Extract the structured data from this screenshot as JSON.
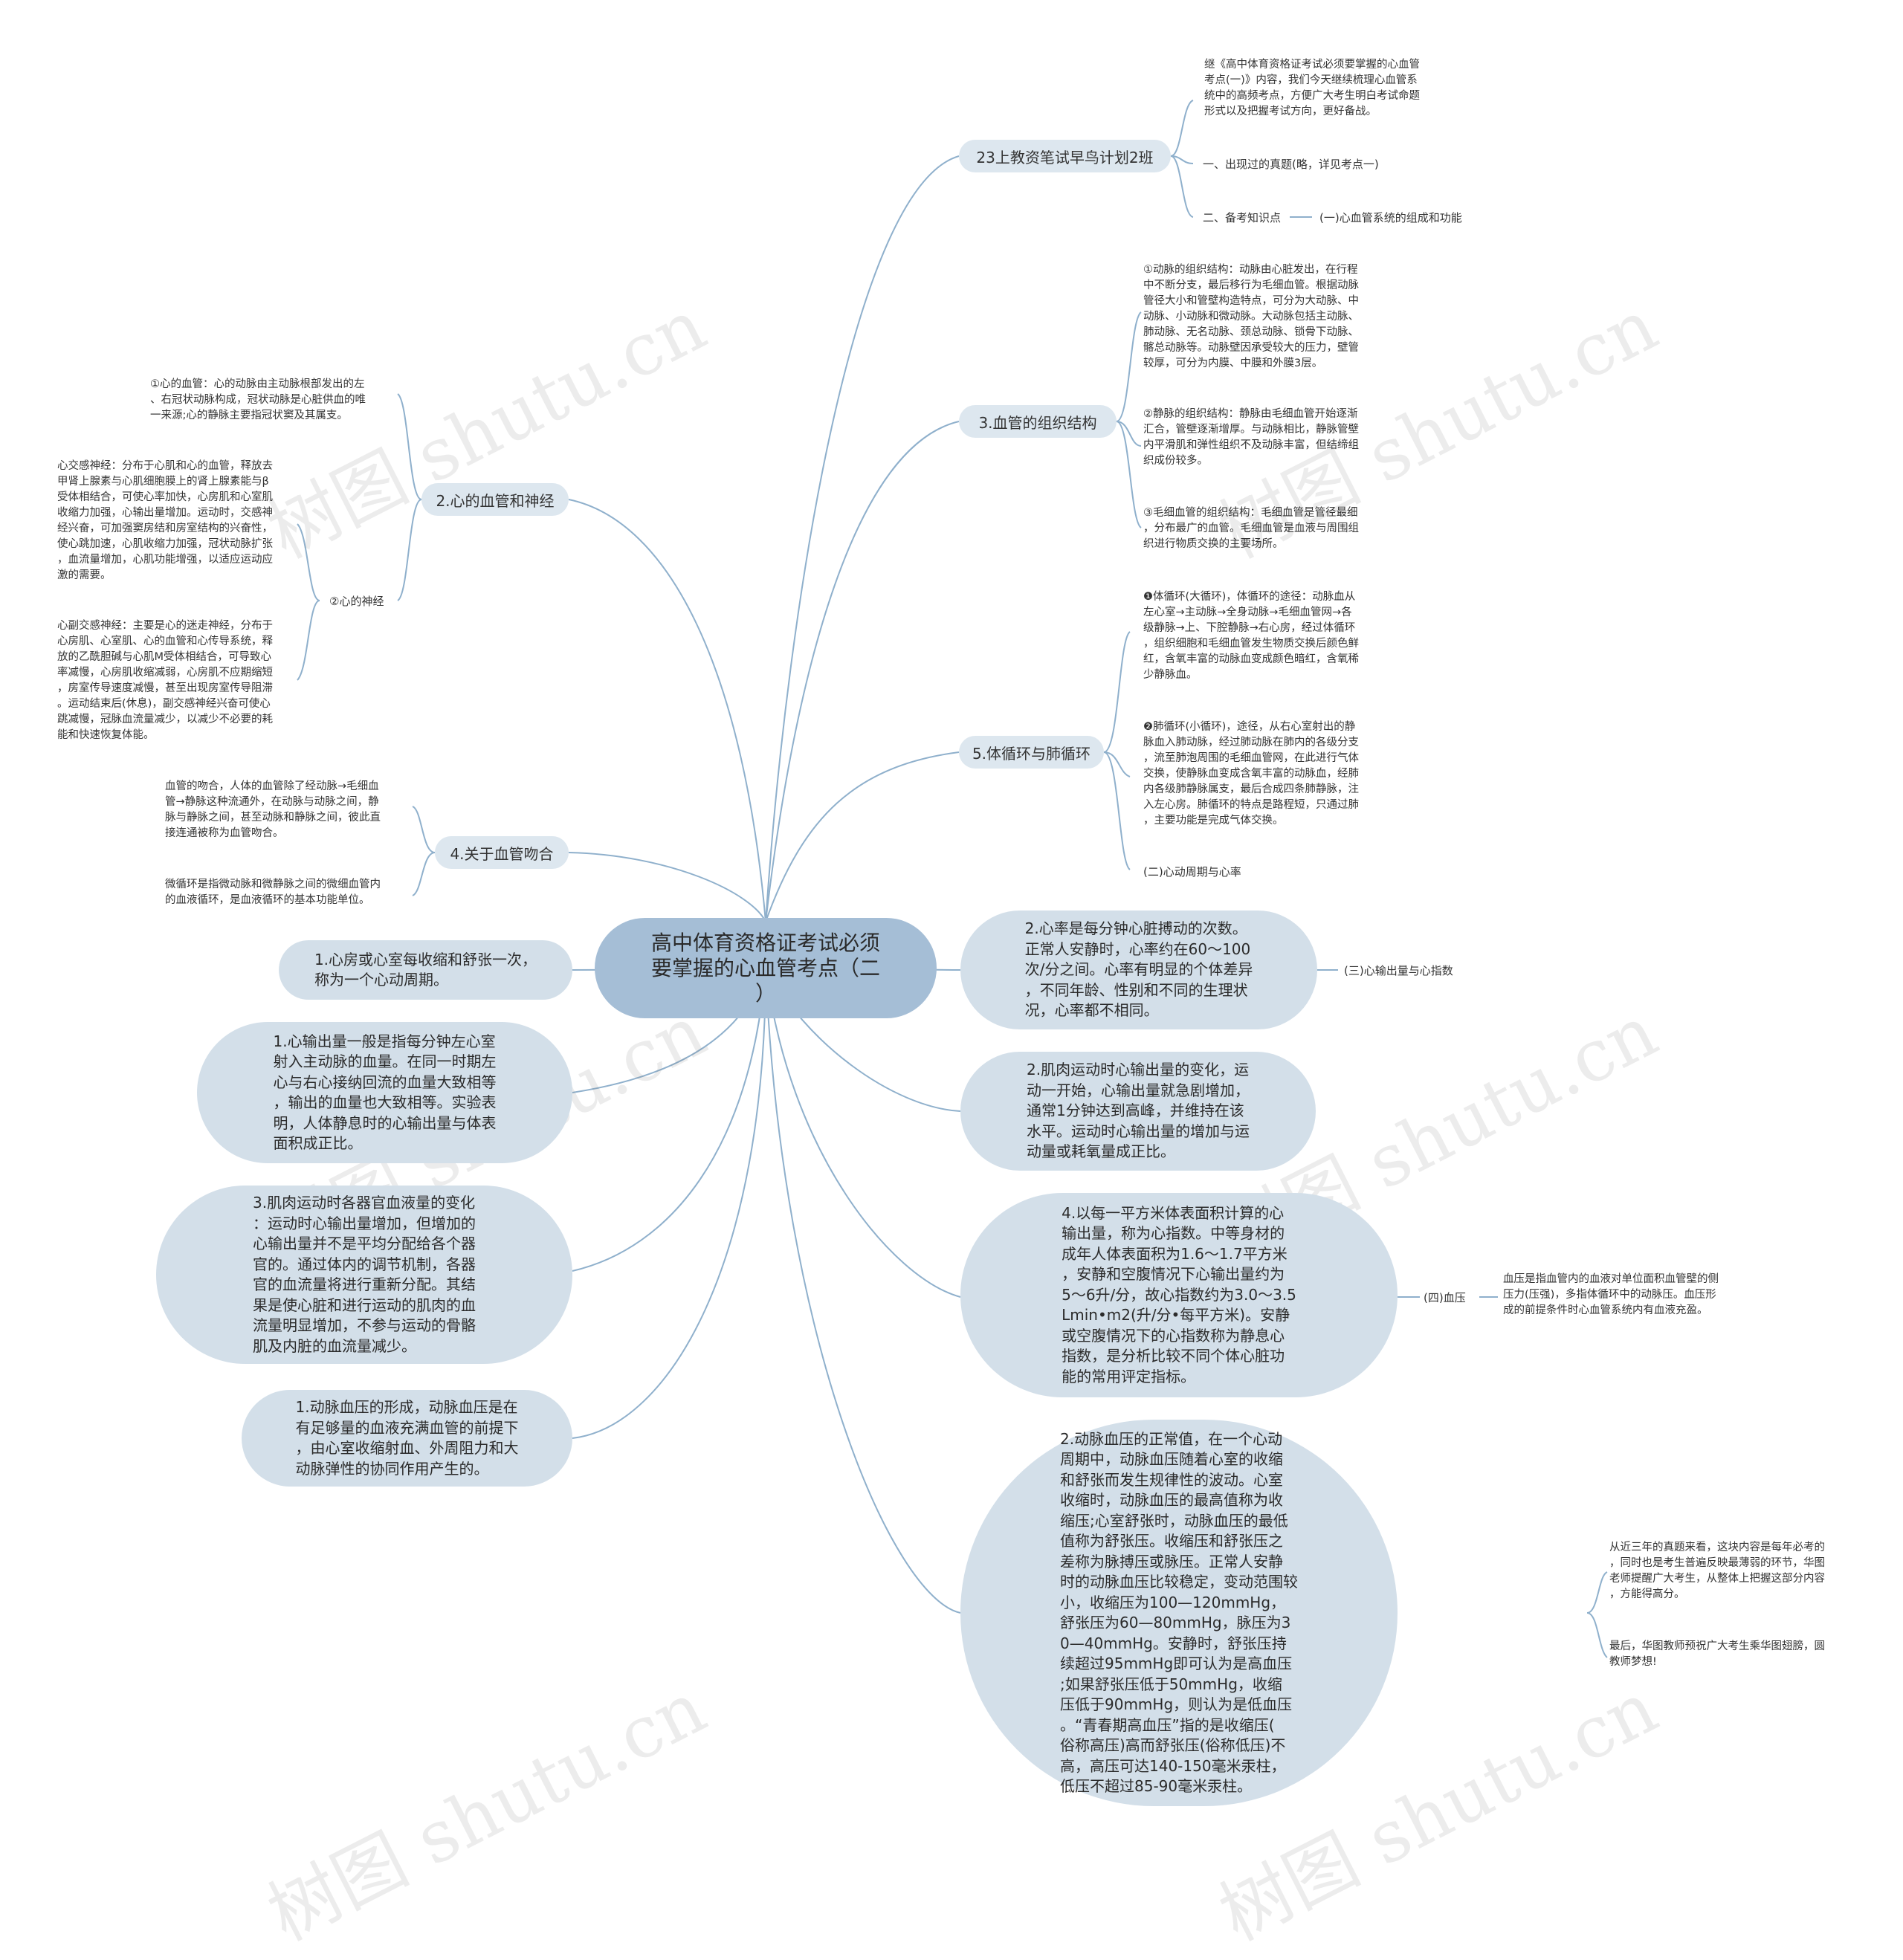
{
  "center": "高中体育资格证考试必须\n要掌握的心血管考点（二\n）",
  "branches": {
    "b1": "23上教资笔试早鸟计划2班",
    "b2": "3.血管的组织结构",
    "b3": "5.体循环与肺循环",
    "b4": "2.心的血管和神经",
    "b5": "4.关于血管吻合"
  },
  "b1_children": {
    "intro": "继《高中体育资格证考试必须要掌握的心血管\n考点(一)》内容，我们今天继续梳理心血管系\n统中的高频考点，方便广大考生明白考试命题\n形式以及把握考试方向，更好备战。",
    "exam": "一、出现过的真题(略，详见考点一)",
    "prep": "二、备考知识点",
    "prep_sub": "(一)心血管系统的组成和功能"
  },
  "b2_children": {
    "artery": "①动脉的组织结构：动脉由心脏发出，在行程\n中不断分支，最后移行为毛细血管。根据动脉\n管径大小和管壁构造特点，可分为大动脉、中\n动脉、小动脉和微动脉。大动脉包括主动脉、\n肺动脉、无名动脉、颈总动脉、锁骨下动脉、\n髂总动脉等。动脉壁因承受较大的压力，壁管\n较厚，可分为内膜、中膜和外膜3层。",
    "vein": "②静脉的组织结构：静脉由毛细血管开始逐渐\n汇合，管壁逐渐增厚。与动脉相比，静脉管壁\n内平滑肌和弹性组织不及动脉丰富，但结缔组\n织成份较多。",
    "capillary": "③毛细血管的组织结构：毛细血管是管径最细\n，分布最广的血管。毛细血管是血液与周围组\n织进行物质交换的主要场所。"
  },
  "b3_children": {
    "systemic": "❶体循环(大循环)，体循环的途径：动脉血从\n左心室→主动脉→全身动脉→毛细血管网→各\n级静脉→上、下腔静脉→右心房，经过体循环\n，组织细胞和毛细血管发生物质交换后颜色鲜\n红，含氧丰富的动脉血变成颜色暗红，含氧稀\n少静脉血。",
    "pulmonary": "❷肺循环(小循环)，途径，从右心室射出的静\n脉血入肺动脉，经过肺动脉在肺内的各级分支\n，流至肺泡周围的毛细血管网，在此进行气体\n交换，使静脉血变成含氧丰富的动脉血，经肺\n内各级肺静脉属支，最后合成四条肺静脉，注\n入左心房。肺循环的特点是路程短，只通过肺\n，主要功能是完成气体交换。",
    "cycle": "(二)心动周期与心率"
  },
  "b4_children": {
    "vessels": "①心的血管：心的动脉由主动脉根部发出的左\n、右冠状动脉构成，冠状动脉是心脏供血的唯\n一来源;心的静脉主要指冠状窦及其属支。",
    "nerve_label": "②心的神经",
    "sympathetic": "心交感神经：分布于心肌和心的血管，释放去\n甲肾上腺素与心肌细胞膜上的肾上腺素能与β\n受体相结合，可使心率加快，心房肌和心室肌\n收缩力加强，心输出量增加。运动时，交感神\n经兴奋，可加强窦房结和房室结构的兴奋性，\n使心跳加速，心肌收缩力加强，冠状动脉扩张\n，血流量增加，心肌功能增强，以适应运动应\n激的需要。",
    "parasympathetic": "心副交感神经：主要是心的迷走神经，分布于\n心房肌、心室肌、心的血管和心传导系统，释\n放的乙酰胆碱与心肌M受体相结合，可导致心\n率减慢，心房肌收缩减弱，心房肌不应期缩短\n，房室传导速度减慢，甚至出现房室传导阻滞\n。运动结束后(休息)，副交感神经兴奋可使心\n跳减慢，冠脉血流量减少，以减少不必要的耗\n能和快速恢复体能。"
  },
  "b5_children": {
    "anastomosis": "血管的吻合，人体的血管除了经动脉→毛细血\n管→静脉这种流通外，在动脉与动脉之间，静\n脉与静脉之间，甚至动脉和静脉之间，彼此直\n接连通被称为血管吻合。",
    "micro": "微循环是指微动脉和微静脉之间的微细血管内\n的血液循环，是血液循环的基本功能单位。"
  },
  "left_bubbles": {
    "l1": "1.心房或心室每收缩和舒张一次，\n称为一个心动周期。",
    "l2": "1.心输出量一般是指每分钟左心室\n射入主动脉的血量。在同一时期左\n心与右心接纳回流的血量大致相等\n，输出的血量也大致相等。实验表\n明，人体静息时的心输出量与体表\n面积成正比。",
    "l3": "3.肌肉运动时各器官血液量的变化\n：运动时心输出量增加，但增加的\n心输出量并不是平均分配给各个器\n官的。通过体内的调节机制，各器\n官的血流量将进行重新分配。其结\n果是使心脏和进行运动的肌肉的血\n流量明显增加，不参与运动的骨骼\n肌及内脏的血流量减少。",
    "l4": "1.动脉血压的形成，动脉血压是在\n有足够量的血液充满血管的前提下\n，由心室收缩射血、外周阻力和大\n动脉弹性的协同作用产生的。"
  },
  "right_bubbles": {
    "r1": "2.心率是每分钟心脏搏动的次数。\n正常人安静时，心率约在60～100\n次/分之间。心率有明显的个体差异\n，不同年龄、性别和不同的生理状\n况，心率都不相同。",
    "r1_label": "(三)心输出量与心指数",
    "r2": "2.肌肉运动时心输出量的变化，运\n动一开始，心输出量就急剧增加，\n通常1分钟达到高峰，并维持在该\n水平。运动时心输出量的增加与运\n动量或耗氧量成正比。",
    "r3": "4.以每一平方米体表面积计算的心\n输出量，称为心指数。中等身材的\n成年人体表面积为1.6～1.7平方米\n，安静和空腹情况下心输出量约为\n5～6升/分，故心指数约为3.0～3.5\nLmin•m2(升/分•每平方米)。安静\n或空腹情况下的心指数称为静息心\n指数，是分析比较不同个体心脏功\n能的常用评定指标。",
    "r3_label": "(四)血压",
    "r3_leaf": "血压是指血管内的血液对单位面积血管壁的侧\n压力(压强)，多指体循环中的动脉压。血压形\n成的前提条件时心血管系统内有血液充盈。",
    "r4": "2.动脉血压的正常值，在一个心动\n周期中，动脉血压随着心室的收缩\n和舒张而发生规律性的波动。心室\n收缩时，动脉血压的最高值称为收\n缩压;心室舒张时，动脉血压的最低\n值称为舒张压。收缩压和舒张压之\n差称为脉搏压或脉压。正常人安静\n时的动脉血压比较稳定，变动范围较\n小，收缩压为100—120mmHg，\n舒张压为60—80mmHg，脉压为3\n0—40mmHg。安静时，舒张压持\n续超过95mmHg即可认为是高血压\n;如果舒张压低于50mmHg，收缩\n压低于90mmHg，则认为是低血压\n。“青春期高血压”指的是收缩压(\n俗称高压)高而舒张压(俗称低压)不\n高，高压可达140-150毫米汞柱，\n低压不超过85-90毫米汞柱。",
    "r4_leaf1": "从近三年的真题来看，这块内容是每年必考的\n，同时也是考生普遍反映最薄弱的环节，华图\n老师提醒广大考生，从整体上把握这部分内容\n，方能得高分。",
    "r4_leaf2": "最后，华图教师预祝广大考生乘华图翅膀，圆\n教师梦想!"
  },
  "watermark": "树图 shutu.cn",
  "colors": {
    "line": "#8fb0cc",
    "center": "#a5bed6",
    "bubble": "#d3dfe9"
  }
}
